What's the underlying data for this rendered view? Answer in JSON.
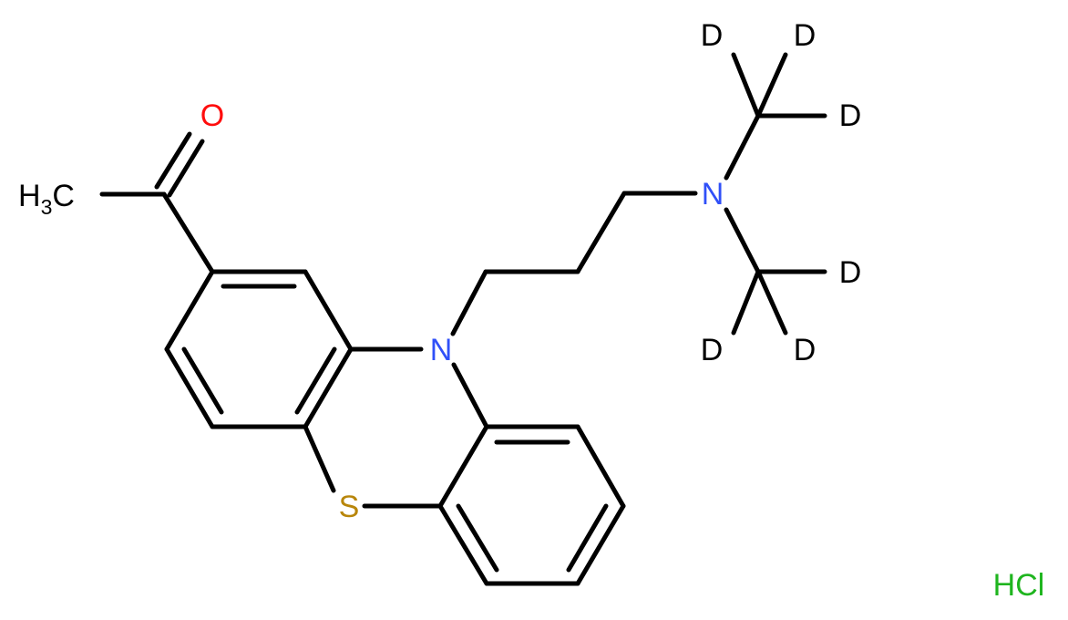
{
  "atoms": {
    "oxygen": "O",
    "methyl_h": "H",
    "methyl_sub": "3",
    "methyl_c": "C",
    "ring_nitrogen": "N",
    "sulfur": "S",
    "amine_nitrogen": "N",
    "deuterium": "D"
  },
  "salt": "HCl",
  "colors": {
    "bond": "#000000",
    "oxygen": "#FF0D0D",
    "nitrogen": "#3050F8",
    "sulfur": "#B8860B",
    "salt": "#1FB51F"
  }
}
